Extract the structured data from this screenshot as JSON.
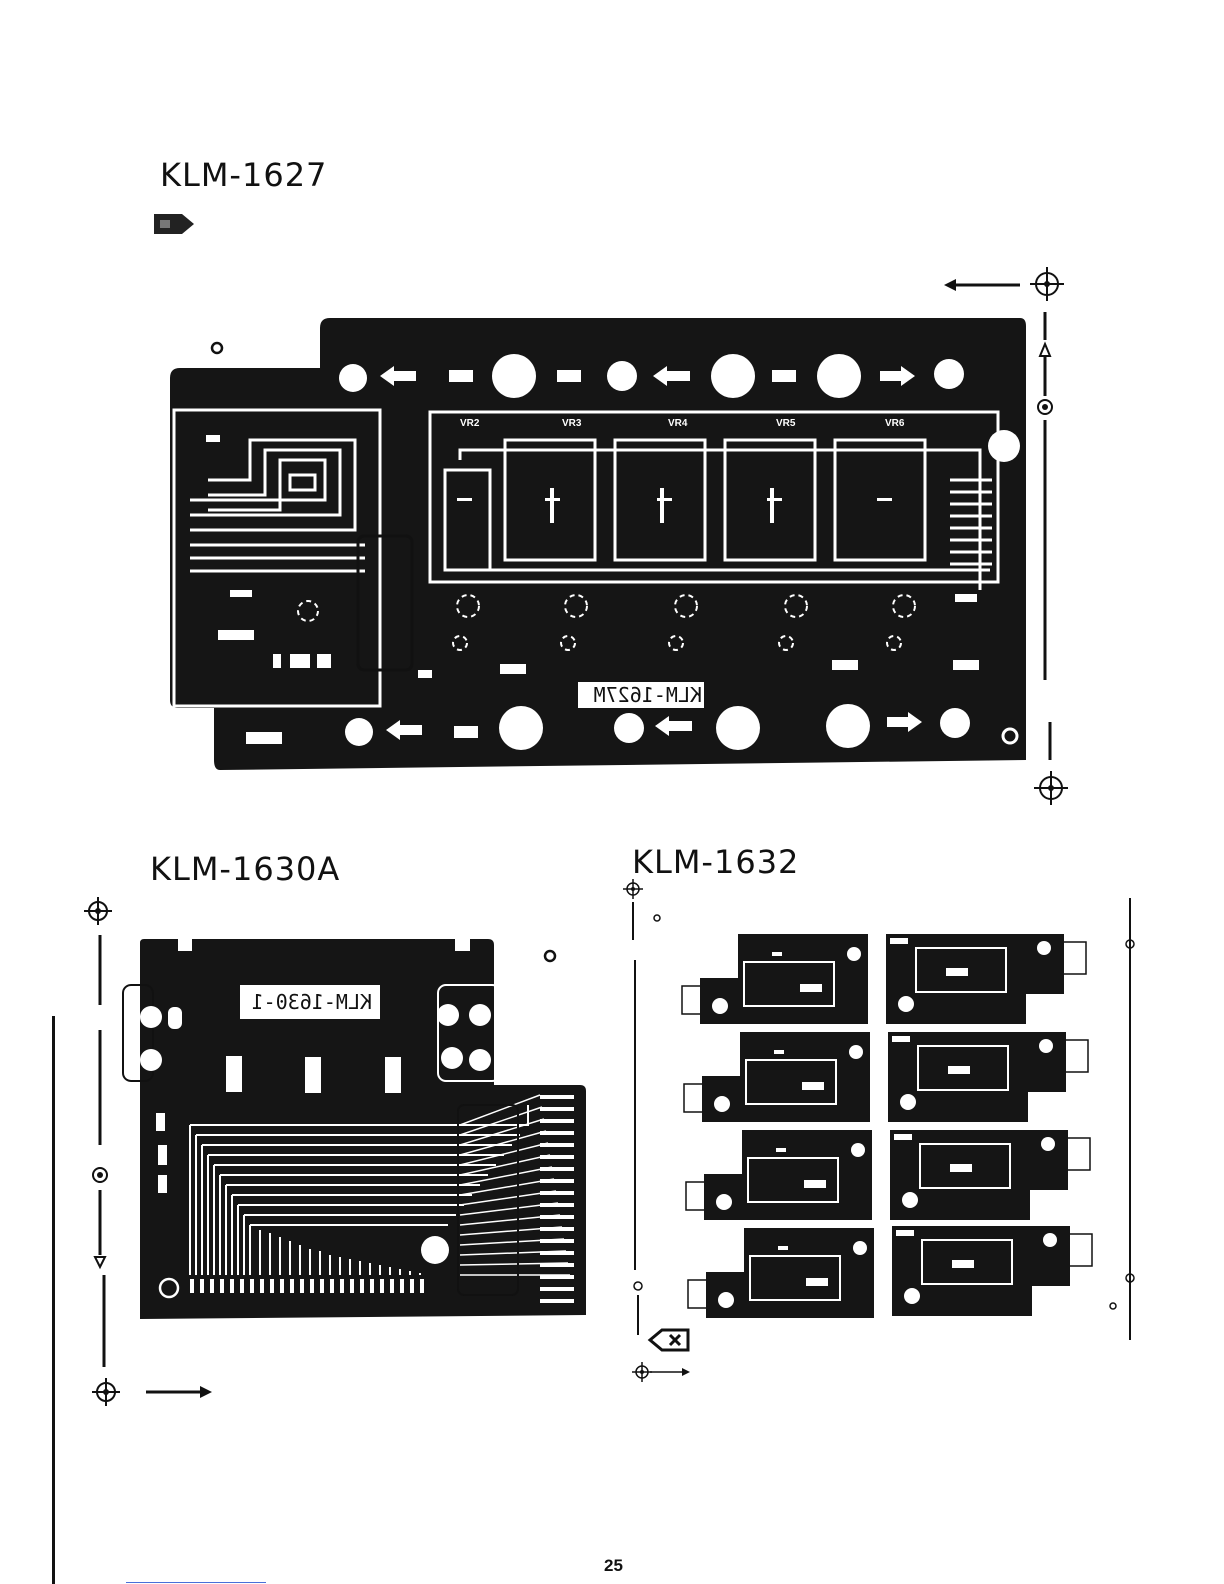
{
  "titles": {
    "board_1": "KLM-1627",
    "board_2": "KLM-1630A",
    "board_3": "KLM-1632"
  },
  "silkscreen": {
    "board_1": "KLM-1627M",
    "board_2": "KLM-1630-1"
  },
  "vr_labels": [
    "VR2",
    "VR3",
    "VR4",
    "VR5",
    "VR6"
  ],
  "page_number": "25",
  "colors": {
    "board": "#111111",
    "trace": "#ffffff",
    "page": "#ffffff"
  },
  "icons": [
    "registration-mark-icon",
    "arrow-left-icon",
    "arrow-right-icon",
    "flag-arrow-icon",
    "delete-tag-icon"
  ]
}
